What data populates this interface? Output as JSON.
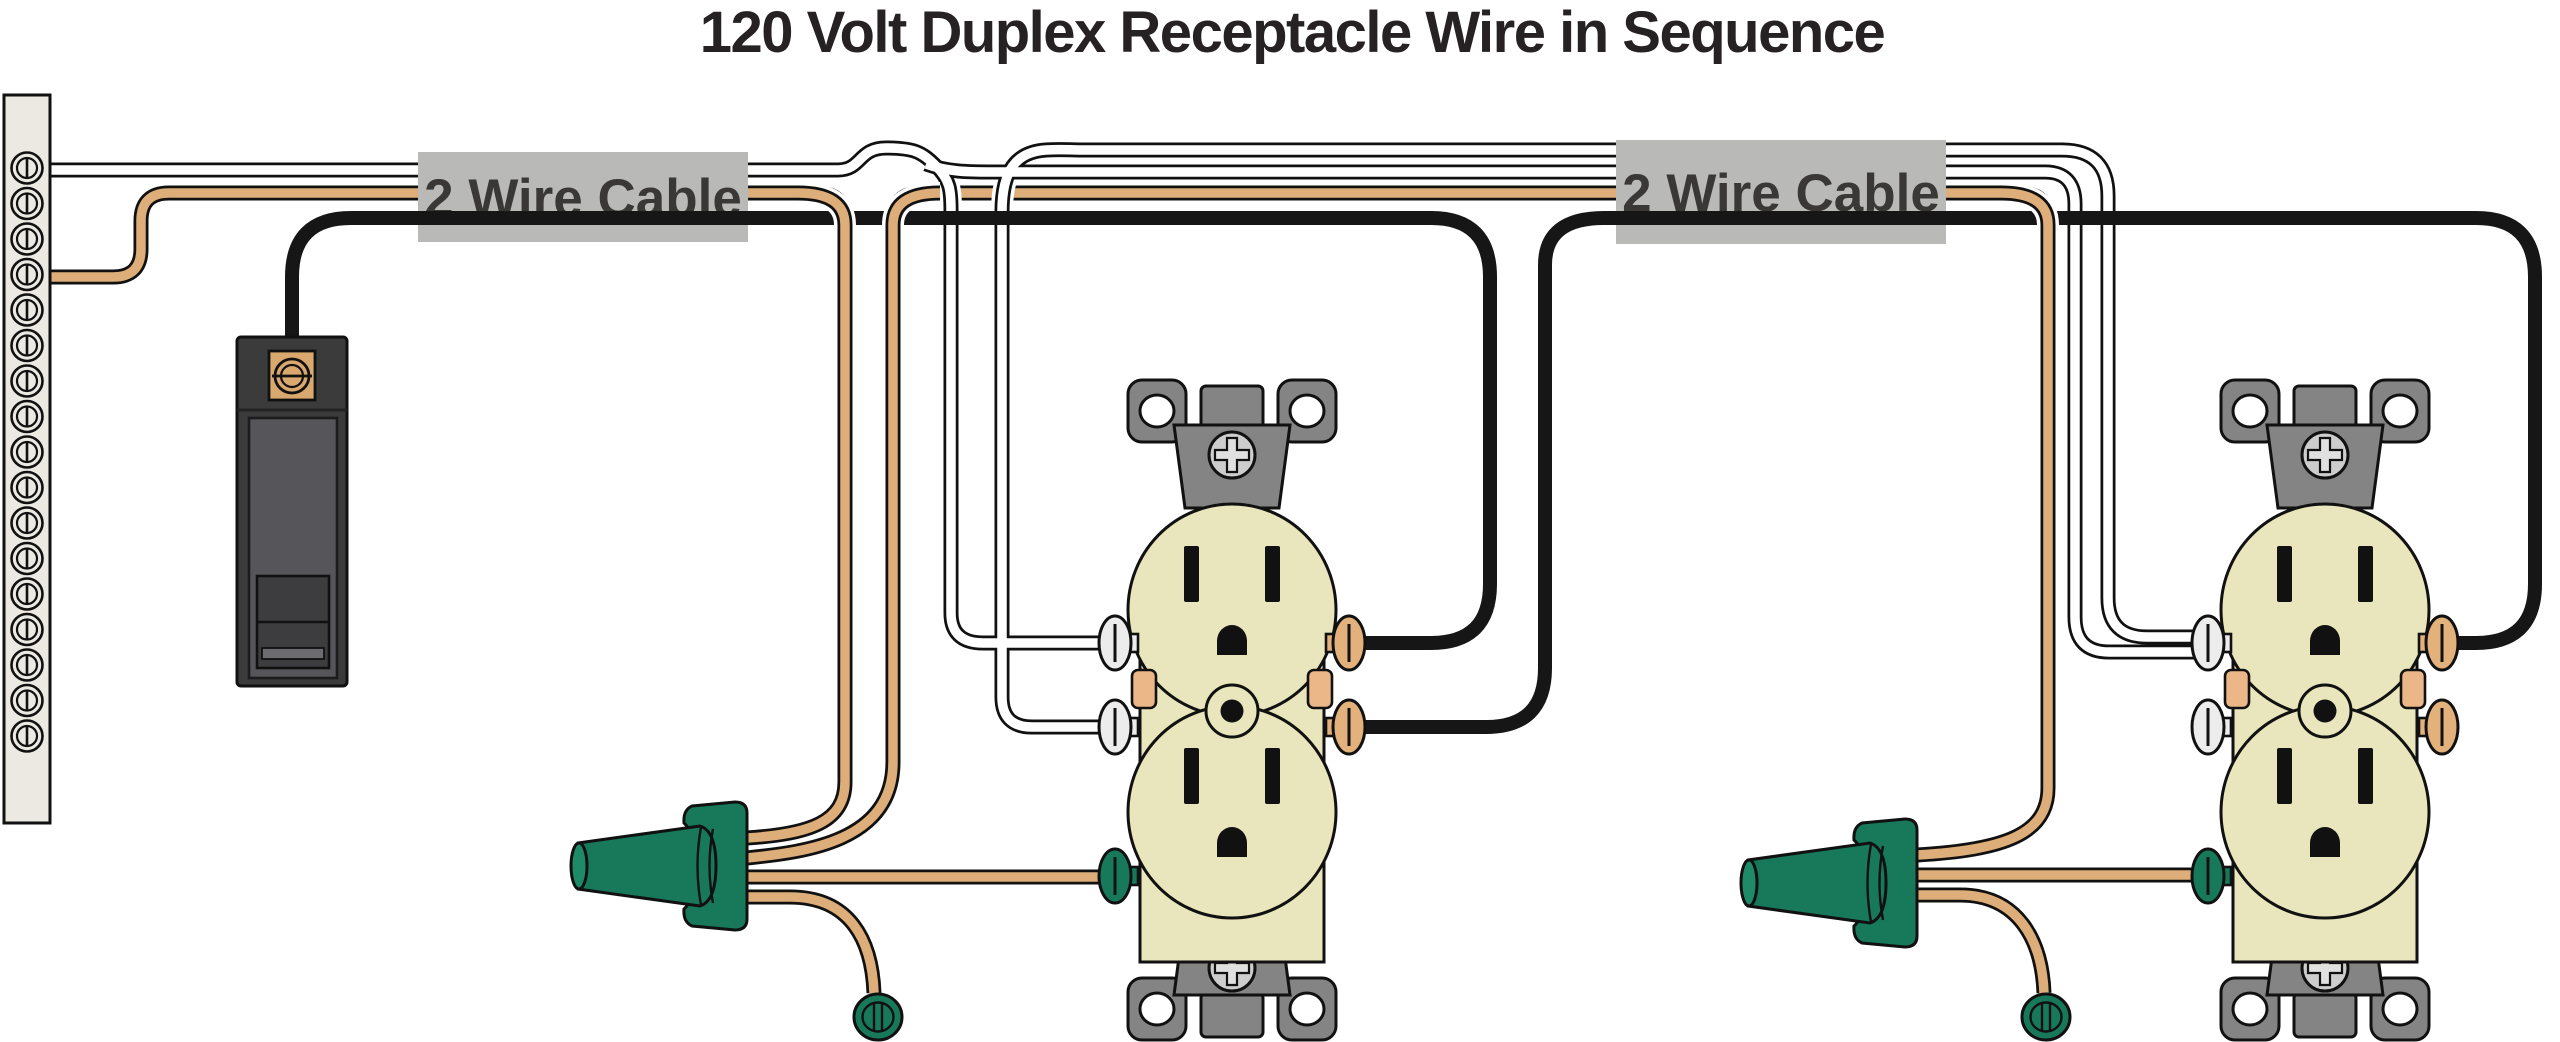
{
  "title": "120 Volt Duplex Receptacle Wire in Sequence",
  "labels": {
    "cable1": "2 Wire Cable",
    "cable2": "2 Wire Cable"
  },
  "colors": {
    "title": "#262223",
    "label-bg": "#b9b9b7",
    "label-text": "#393837",
    "wire-black": "#161616",
    "wire-white": "#ffffff",
    "wire-copper": "#ddae79",
    "outline": "#111111",
    "face": "#e9e5bd",
    "strap": "#848484",
    "strap-screw": "#cdcdcd",
    "screw-silver": "#ececec",
    "screw-brass": "#e2b17c",
    "tab-orange": "#ecb788",
    "green": "#17795a",
    "bus-bar": "#ebe9e1",
    "breaker-body": "#3b3b3b",
    "breaker-recess": "#56565a",
    "breaker-handle": "#3d3d40",
    "breaker-terminal": "#d9a86e"
  },
  "diagram_data": {
    "type": "wiring-diagram",
    "nodes": [
      {
        "id": "panel-bus-bar",
        "label": "service panel neutral/ground bus bar",
        "screws": 17
      },
      {
        "id": "circuit-breaker",
        "label": "circuit breaker with copper screw terminal"
      },
      {
        "id": "cable-label-1",
        "label": "2 Wire Cable"
      },
      {
        "id": "cable-label-2",
        "label": "2 Wire Cable"
      },
      {
        "id": "receptacle-1",
        "label": "duplex receptacle (first in run)"
      },
      {
        "id": "receptacle-2",
        "label": "duplex receptacle (end of run)"
      },
      {
        "id": "wire-nut-1",
        "label": "green wire nut joining ground wires at receptacle 1"
      },
      {
        "id": "wire-nut-2",
        "label": "green wire nut joining ground wires at receptacle 2"
      },
      {
        "id": "box-ground-screw-1",
        "label": "green box grounding screw"
      },
      {
        "id": "box-ground-screw-2",
        "label": "green box grounding screw"
      }
    ],
    "wires": [
      {
        "id": "hot-black",
        "color": "black",
        "path": "breaker → receptacle 1 brass screw; receptacle 1 brass screw → receptacle 2 brass screw"
      },
      {
        "id": "neutral-white",
        "color": "white",
        "path": "bus bar → receptacle 1 silver screw; receptacle 1 silver screw → receptacle 2 silver screw"
      },
      {
        "id": "ground-copper",
        "color": "bare copper",
        "path": "bus bar → wire nut 1 → receptacle 1 green screw + box screw; wire nut 1 → wire nut 2 → receptacle 2 green screw + box screw"
      }
    ]
  }
}
